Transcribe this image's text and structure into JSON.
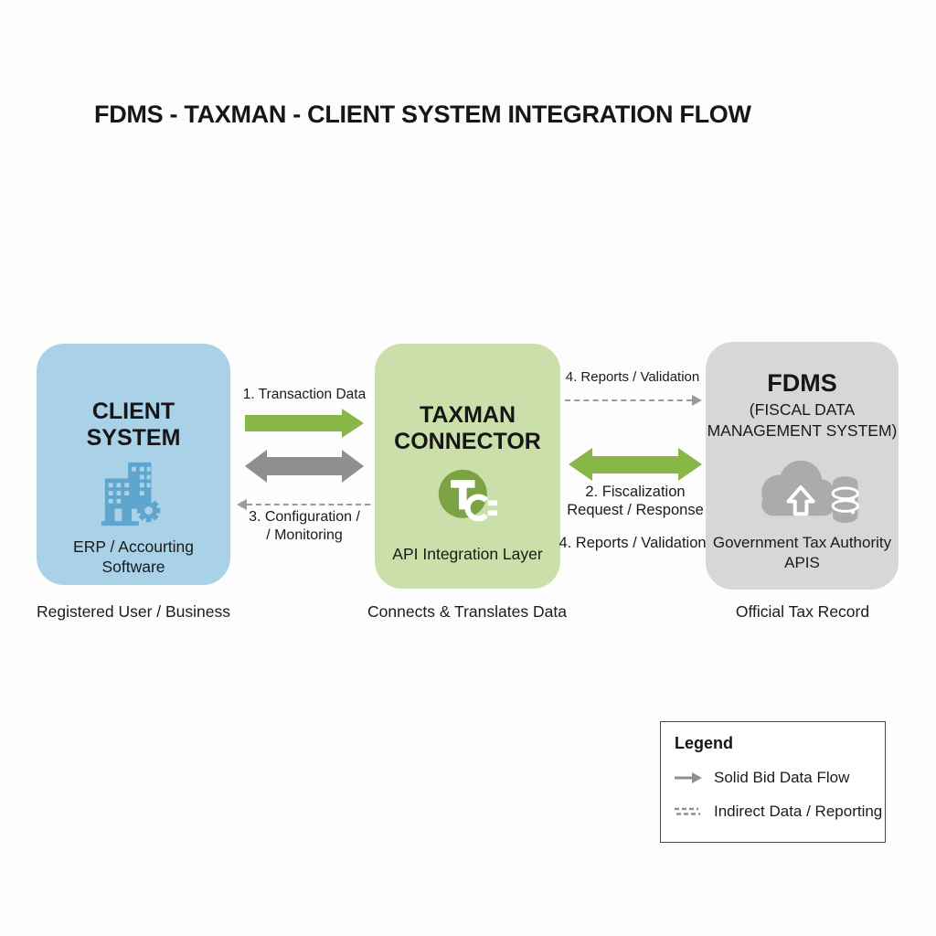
{
  "title": "FDMS - TAXMAN - CLIENT SYSTEM INTEGRATION FLOW",
  "nodes": {
    "client": {
      "title": "CLIENT SYSTEM",
      "subtitle": "ERP / Accourting Software",
      "caption": "Registered User / Business",
      "icon": "building-gear-icon",
      "fill": "#a9d2e8"
    },
    "taxman": {
      "title": "TAXMAN CONNECTOR",
      "subtitle": "API Integration Layer",
      "caption": "Connects & Translates Data",
      "icon": "taxman-connector-logo",
      "fill": "#cadfa9"
    },
    "fdms": {
      "title": "FDMS",
      "subtitle_line1": "(FISCAL DATA",
      "subtitle_line2": "MANAGEMENT SYSTEM)",
      "description_line1": "Government Tax Authority",
      "description_line2": "APIS",
      "caption": "Official Tax Record",
      "icon": "cloud-upload-database-icon",
      "fill": "#d7d7d7"
    }
  },
  "edges": {
    "transaction_data": {
      "label": "1. Transaction Data",
      "style": "solid",
      "color": "#89b747",
      "direction": "right"
    },
    "bidirectional_sync": {
      "style": "solid",
      "color": "#8f8f8f",
      "direction": "both"
    },
    "configuration": {
      "label_line1": "3. Configuration /",
      "label_line2": "/ Monitoring",
      "style": "dashed",
      "color": "#9a9a9a",
      "direction": "left"
    },
    "reports_validation_top": {
      "label": "4. Reports / Validation",
      "style": "dashed",
      "color": "#9a9a9a",
      "direction": "right"
    },
    "fiscalization": {
      "label_line1": "2. Fiscalization",
      "label_line2": "Request / Response",
      "style": "solid",
      "color": "#89b747",
      "direction": "both"
    },
    "reports_validation_bottom": {
      "label": "4. Reports / Validation"
    }
  },
  "legend": {
    "title": "Legend",
    "items": [
      {
        "icon": "solid-arrow-icon",
        "label": "Solid Bid Data Flow"
      },
      {
        "icon": "dashed-line-icon",
        "label": "Indirect Data / Reporting"
      }
    ]
  },
  "colors": {
    "green_arrow": "#89b747",
    "gray_arrow": "#8f8f8f",
    "client_fill": "#a9d2e8",
    "taxman_fill": "#cadfa9",
    "fdms_fill": "#d7d7d7",
    "logo_green": "#7ca343",
    "client_icon_blue": "#5ea6cd",
    "fdms_icon_gray": "#ababab",
    "text": "#1a1a1a"
  }
}
